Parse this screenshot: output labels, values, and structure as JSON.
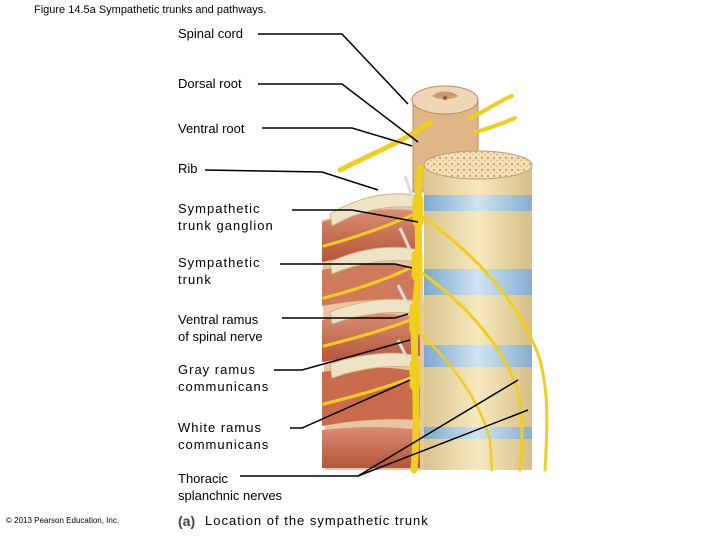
{
  "figure_title": "Figure 14.5a  Sympathetic trunks and pathways.",
  "labels": {
    "spinal_cord": "Spinal cord",
    "dorsal_root": "Dorsal root",
    "ventral_root": "Ventral root",
    "rib": "Rib",
    "sympathetic_trunk_ganglion": "Sympathetic\ntrunk ganglion",
    "sympathetic_trunk": "Sympathetic\ntrunk",
    "ventral_ramus": "Ventral ramus\nof spinal nerve",
    "gray_ramus": "Gray ramus\ncommunicans",
    "white_ramus": "White ramus\ncommunicans",
    "thoracic_splanchnic": "Thoracic\nsplanchnic nerves"
  },
  "copyright": "© 2013 Pearson Education, Inc.",
  "caption_letter": "(a)",
  "caption": "Location of the sympathetic trunk",
  "colors": {
    "nerve": "#f2d21c",
    "bone": "#f3e3b0",
    "disc": "#9fc3df",
    "muscle": "#c86a4a",
    "cord": "#e2b98a"
  }
}
